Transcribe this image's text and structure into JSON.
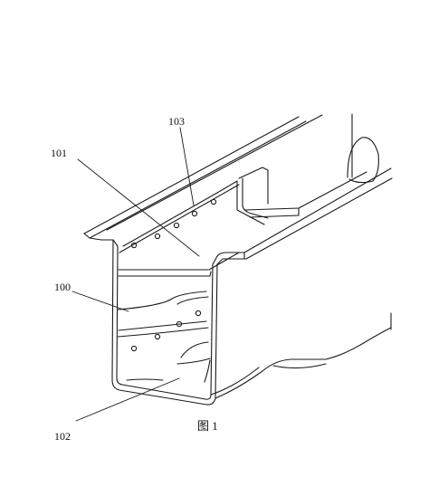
{
  "figure": {
    "caption": "图 1",
    "labels": {
      "ref_100": "100",
      "ref_101": "101",
      "ref_102": "102",
      "ref_103": "103"
    }
  }
}
